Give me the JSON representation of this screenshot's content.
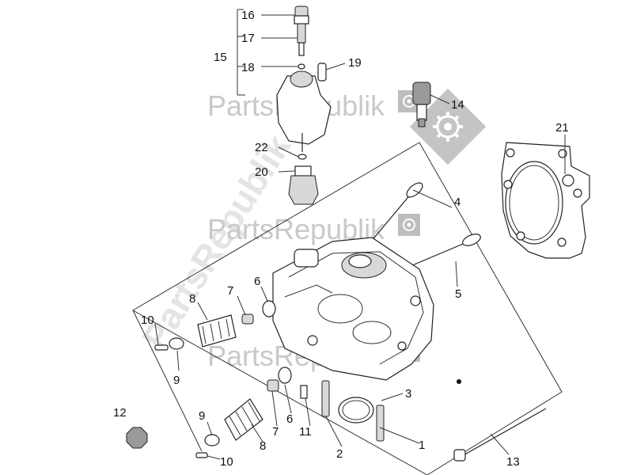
{
  "watermark": {
    "text": "PartsRepublik",
    "diagonal_text": "PartsRepublik"
  },
  "callouts": [
    "1",
    "2",
    "3",
    "4",
    "5",
    "6",
    "7",
    "8",
    "9",
    "10",
    "11",
    "12",
    "13",
    "14",
    "15",
    "16",
    "17",
    "18",
    "19",
    "20",
    "21",
    "22"
  ],
  "colors": {
    "line": "#333333",
    "watermark": "#c9c9c9",
    "accent": "#ffffff"
  },
  "icons": [
    "gear-icon"
  ]
}
